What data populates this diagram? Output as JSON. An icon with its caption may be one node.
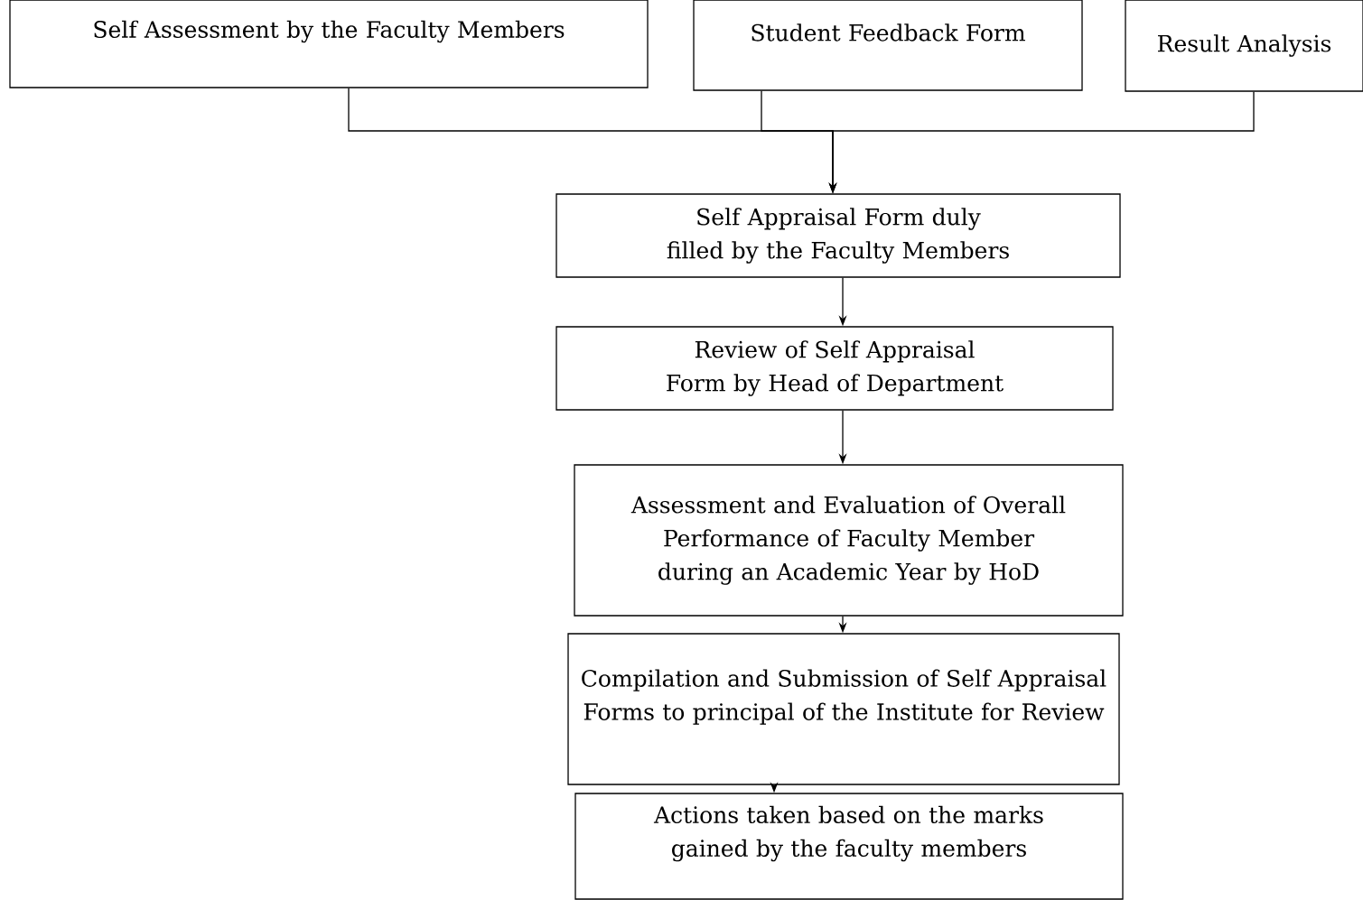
{
  "diagram": {
    "nodes": [
      {
        "text": [
          "Self Assessment by the Faculty Members"
        ]
      },
      {
        "text": [
          "Student Feedback Form"
        ]
      },
      {
        "text": [
          "Result Analysis"
        ]
      },
      {
        "text": [
          "Self Appraisal Form duly filled by the Faculty Members"
        ]
      },
      {
        "text": [
          "Review of Self Appraisal Form by Head of Department"
        ]
      },
      {
        "text": [
          "Assessment and Evaluation of Overall Performance of Faculty Member during an Academic Year by HoD"
        ]
      },
      {
        "text": [
          "Compilation and Submission of Self Appraisal Forms to principal of the Institute for Review"
        ]
      },
      {
        "text": [
          "Actions taken based on the marks gained by the faculty members"
        ]
      }
    ],
    "edges": [
      {
        "from": 0,
        "to": 3,
        "arrow": "to"
      },
      {
        "from": 1,
        "to": 3,
        "arrow": "to"
      },
      {
        "from": 2,
        "to": 3,
        "arrow": "to"
      },
      {
        "from": 3,
        "to": 4,
        "arrow": "to"
      },
      {
        "from": 4,
        "to": 5,
        "arrow": "to"
      },
      {
        "from": 5,
        "to": 6,
        "arrow": "to"
      },
      {
        "from": 6,
        "to": 7,
        "arrow": "to"
      }
    ]
  }
}
